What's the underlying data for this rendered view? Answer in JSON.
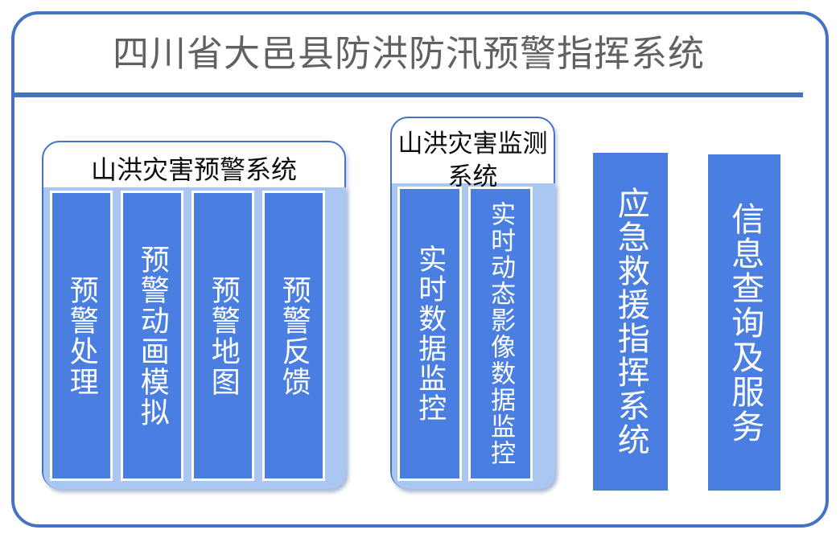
{
  "header": {
    "title": "四川省大邑县防洪防汛预警指挥系统"
  },
  "colors": {
    "frame_border": "#4472C4",
    "divider": "#4472C4",
    "bar_fill": "#4A7EE0",
    "panel_fill": "#A9C7F0",
    "title_text": "#616161",
    "bar_text": "#FFFFFF",
    "group_title_text": "#0D0D0D"
  },
  "groups": [
    {
      "id": "warning-system",
      "title": "山洪灾害预警系统",
      "bars": [
        {
          "id": "warning-handling",
          "label": "预警处理"
        },
        {
          "id": "warning-animation-simulation",
          "label": "预警动画模拟"
        },
        {
          "id": "warning-map",
          "label": "预警地图"
        },
        {
          "id": "warning-feedback",
          "label": "预警反馈"
        }
      ]
    },
    {
      "id": "monitoring-system",
      "title": "山洪灾害监测系统",
      "bars": [
        {
          "id": "realtime-data-monitoring",
          "label": "实时数据监控"
        },
        {
          "id": "realtime-dynamic-image-data-monitoring",
          "label": "实时动态影像数据监控"
        }
      ]
    }
  ],
  "standalone_bars": [
    {
      "id": "emergency-rescue-command-system",
      "label": "应急救援指挥系统"
    },
    {
      "id": "information-query-and-service",
      "label": "信息查询及服务"
    }
  ]
}
